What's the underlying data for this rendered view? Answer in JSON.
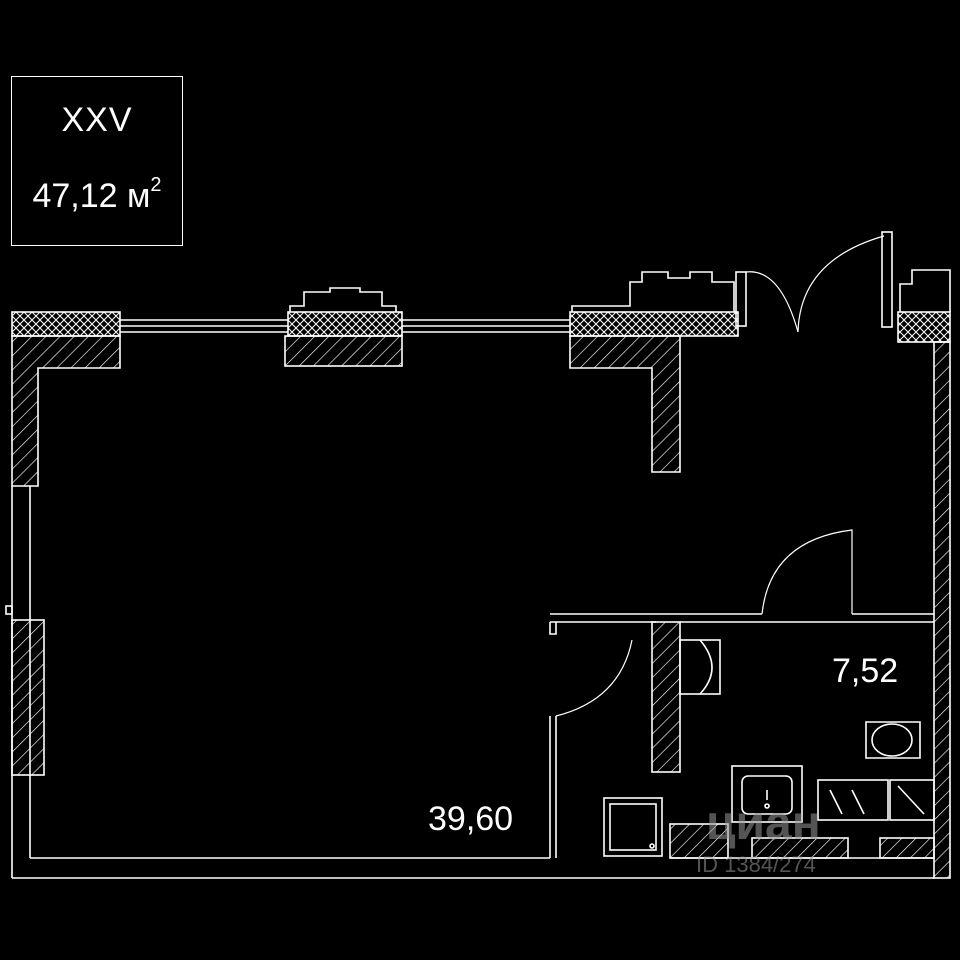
{
  "apartment": {
    "number": "XXV",
    "total_area_value": "47,12 м",
    "total_area_sup": "2"
  },
  "rooms": [
    {
      "area": "39,60"
    },
    {
      "area": "7,52"
    }
  ],
  "watermark": {
    "brand": "циан",
    "id": "ID 1384/274"
  },
  "colors": {
    "background": "#000000",
    "lines": "#ffffff",
    "watermark": "#9a9a9a"
  }
}
